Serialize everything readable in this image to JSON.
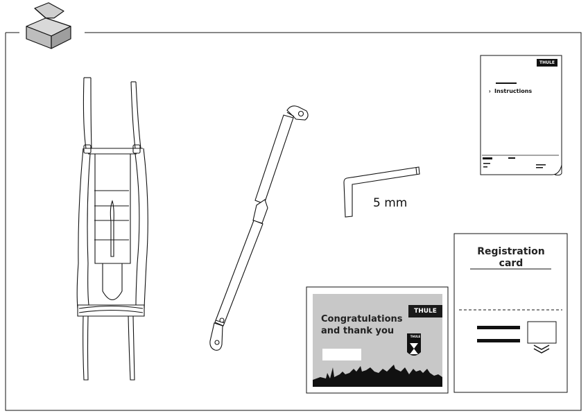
{
  "items": {
    "packaging": {
      "icon": "box-icon"
    },
    "harness": {
      "icon": "harness-frame-icon"
    },
    "arm": {
      "icon": "telescopic-arm-icon"
    },
    "hex_key": {
      "icon": "hex-key-icon",
      "label": "5 mm"
    },
    "instructions": {
      "icon": "manual-booklet-icon",
      "logo": "THULE",
      "title": "Instructions",
      "chevron": "›"
    },
    "congrats_card": {
      "logo": "THULE",
      "line1": "Congratulations",
      "line2": "and thank you",
      "badge": "THULE"
    },
    "registration_card": {
      "title_line1": "Registration",
      "title_line2": "card"
    }
  },
  "colors": {
    "stroke": "#111111",
    "card_bg": "#c8c8c8",
    "skyline": "#111111"
  }
}
